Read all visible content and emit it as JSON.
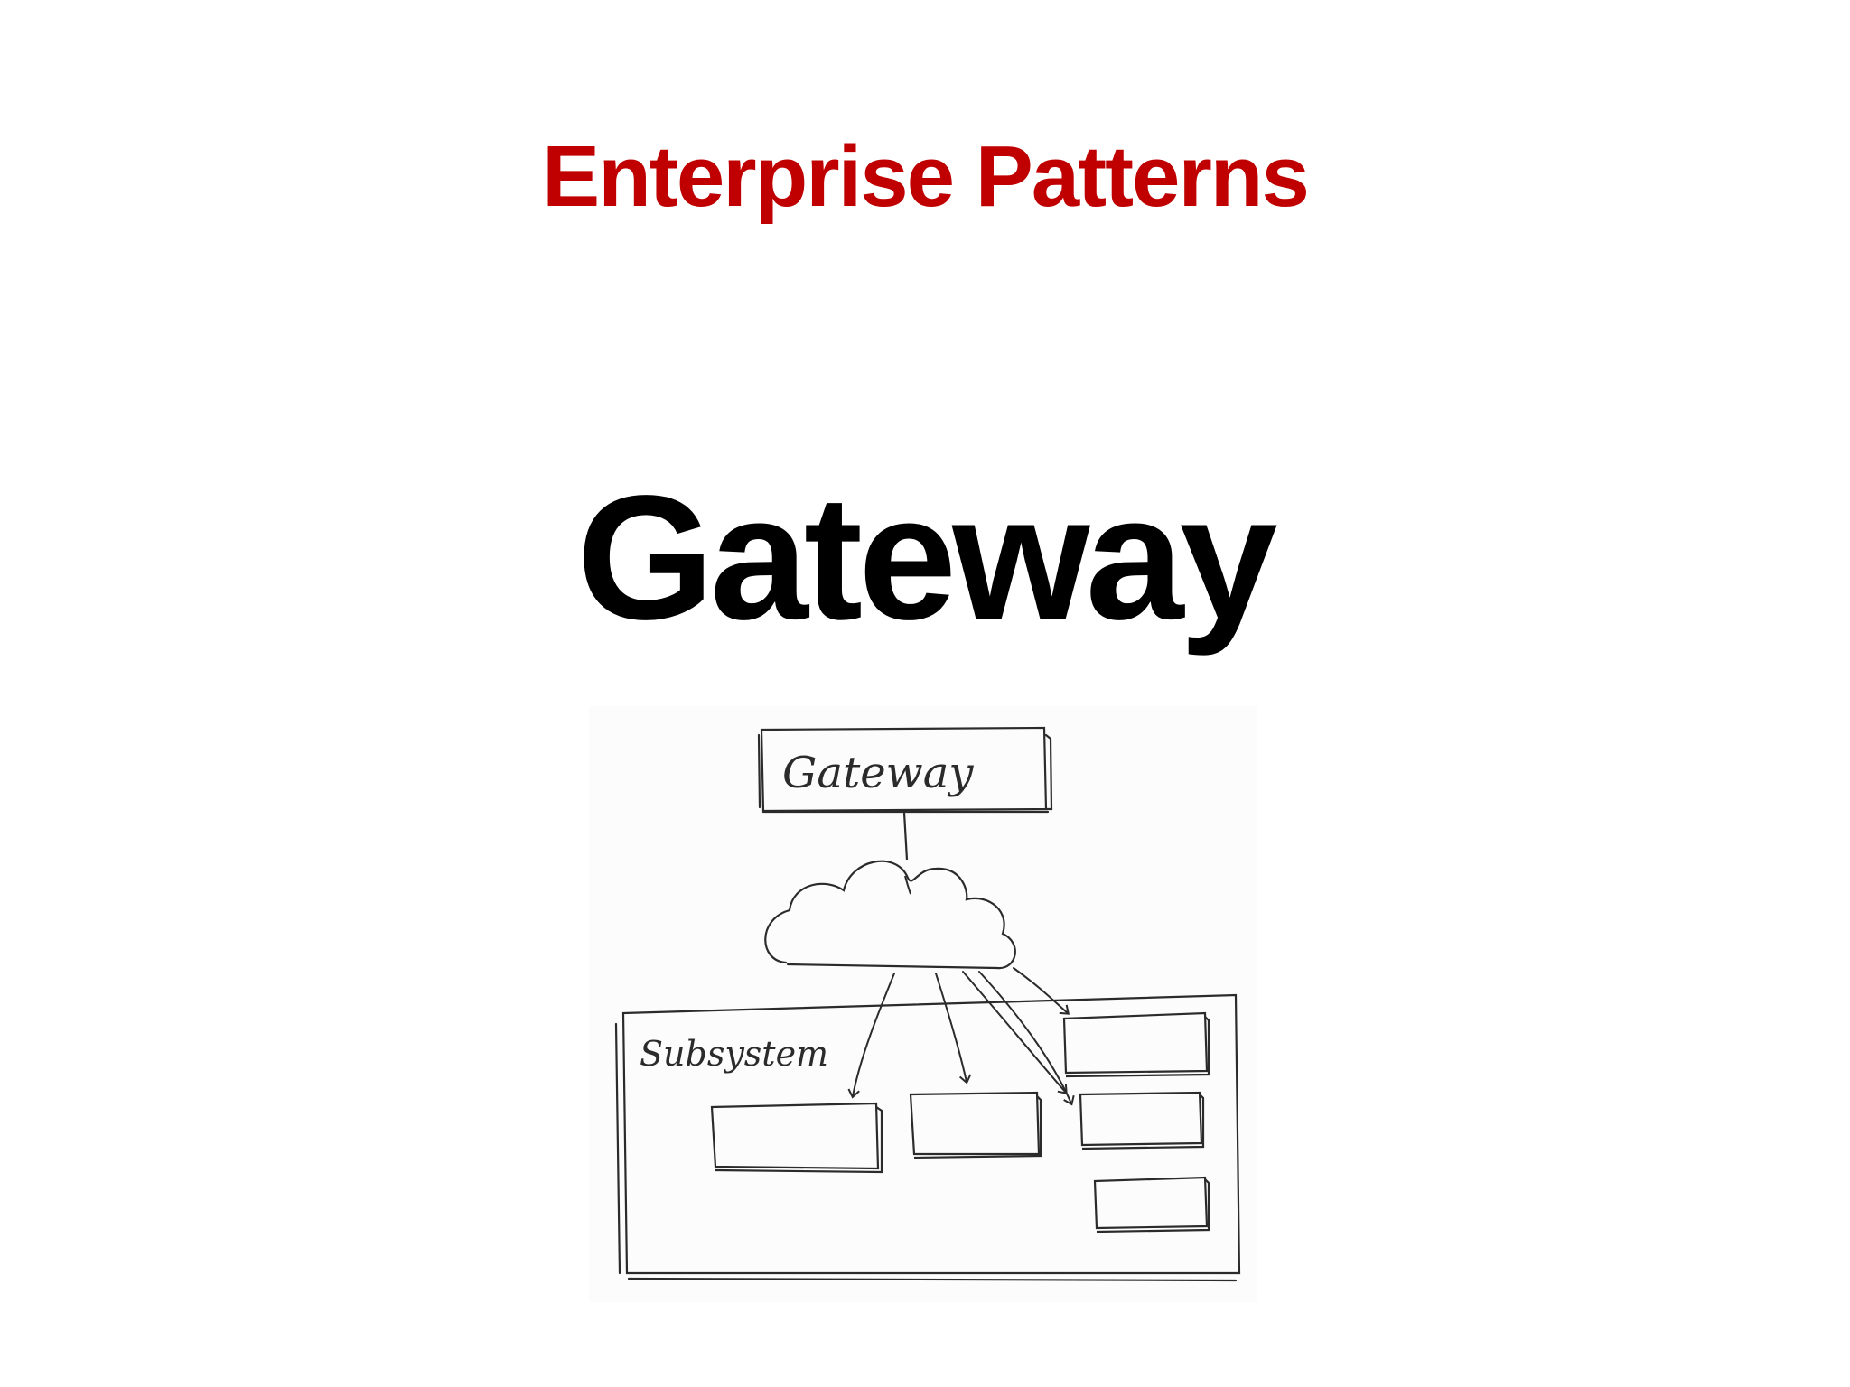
{
  "slide": {
    "title": "Enterprise Patterns",
    "heading": "Gateway"
  },
  "diagram": {
    "gateway_label": "Gateway",
    "subsystem_label": "Subsystem"
  },
  "colors": {
    "title": "#c00000",
    "heading": "#000000",
    "ink": "#2b2b2b"
  },
  "icons": [
    "cloud-icon",
    "arrow-icon"
  ]
}
